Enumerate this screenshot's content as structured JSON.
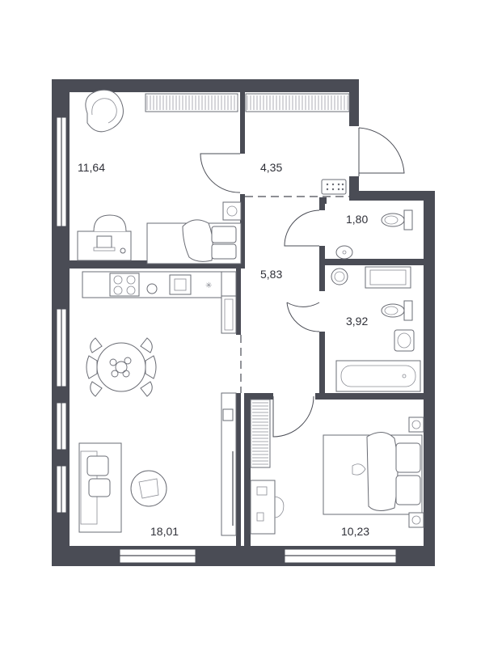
{
  "plan": {
    "colors": {
      "wall": "#4a4c55",
      "text": "#2f3038",
      "background": "#ffffff"
    },
    "rooms": [
      {
        "id": "bedroom-1",
        "area": "11,64"
      },
      {
        "id": "hall",
        "area": "4,35"
      },
      {
        "id": "toilet",
        "area": "1,80"
      },
      {
        "id": "corridor",
        "area": "5,83"
      },
      {
        "id": "bathroom",
        "area": "3,92"
      },
      {
        "id": "living-kitchen",
        "area": "18,01"
      },
      {
        "id": "bedroom-2",
        "area": "10,23"
      }
    ]
  }
}
